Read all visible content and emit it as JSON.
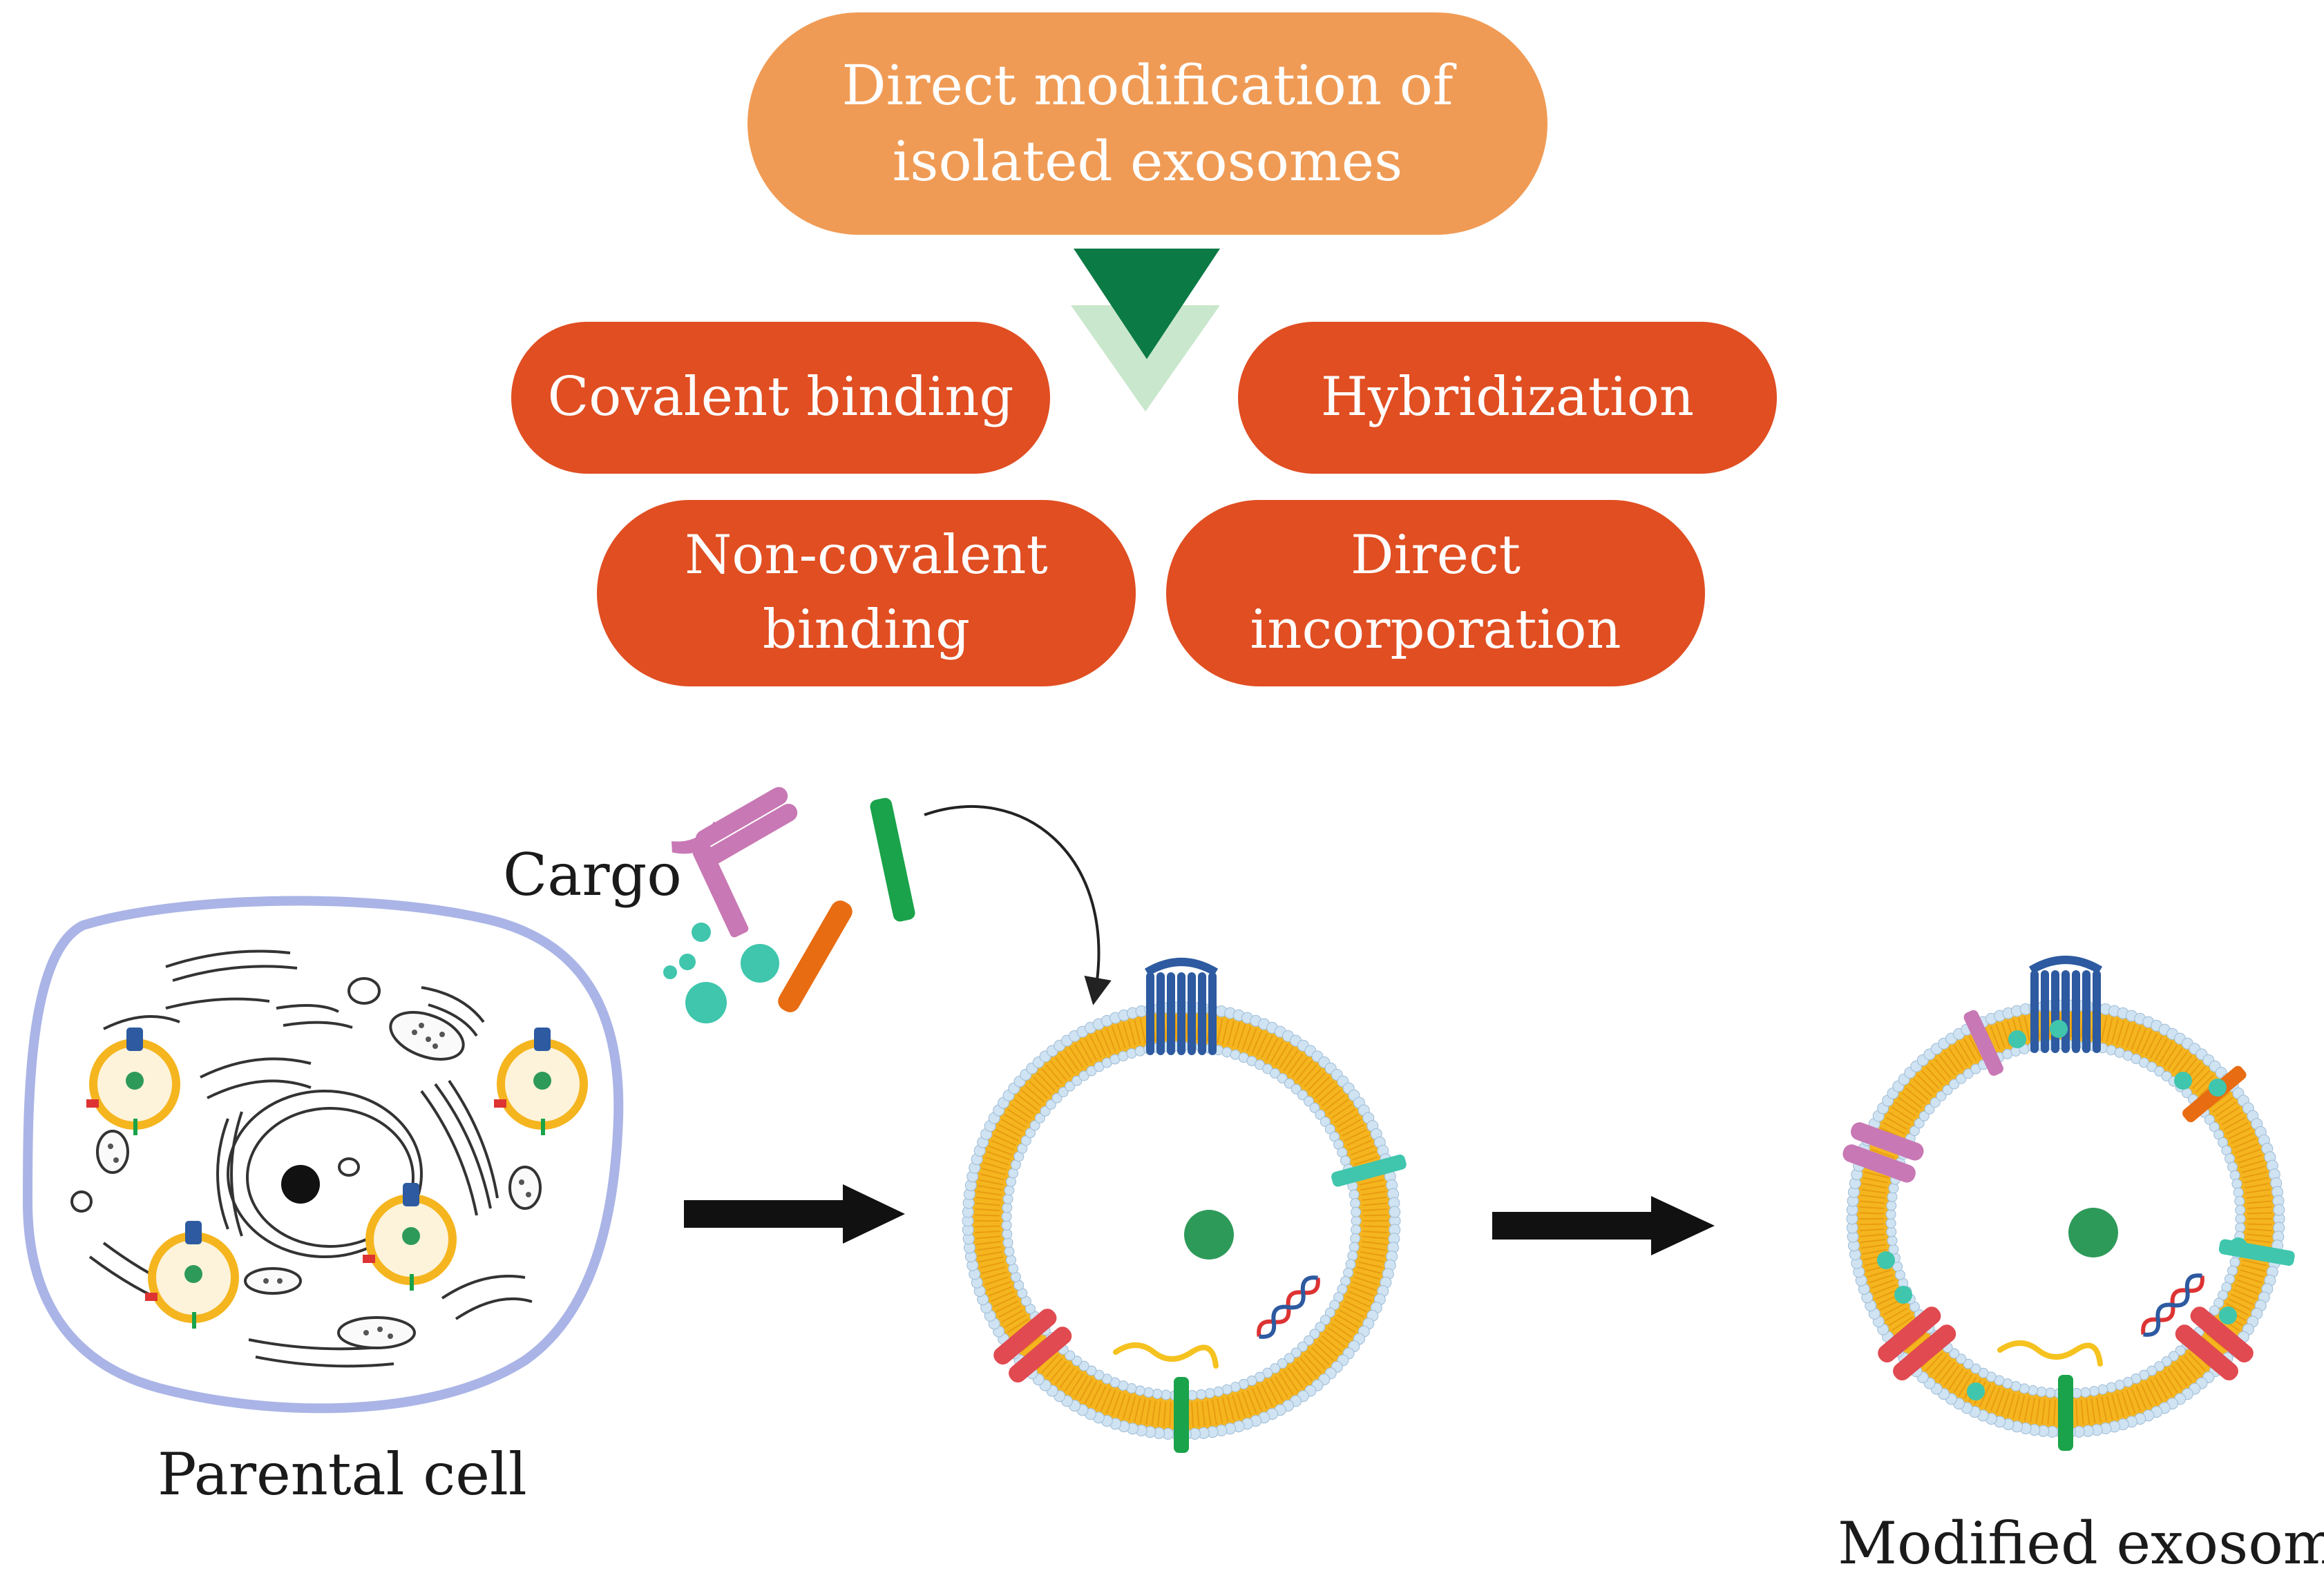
{
  "header": {
    "text": "Direct modification of\nisolated exosomes"
  },
  "methods": [
    {
      "text": "Covalent binding"
    },
    {
      "text": "Hybridization"
    },
    {
      "text": "Non-covalent\nbinding"
    },
    {
      "text": "Direct\nincorporation"
    }
  ],
  "labels": {
    "cargo": "Cargo",
    "parental_cell": "Parental cell",
    "modified_exosome": "Modified exosome"
  },
  "colors": {
    "header_pill": "#f09b55",
    "method_pill": "#e04e22",
    "arrow_dark": "#0b7a45",
    "arrow_light": "#c9e7cc",
    "membrane_lipid": "#f5b51f",
    "membrane_head": "#cfe3f2",
    "cell_outline": "#aab4e6"
  }
}
